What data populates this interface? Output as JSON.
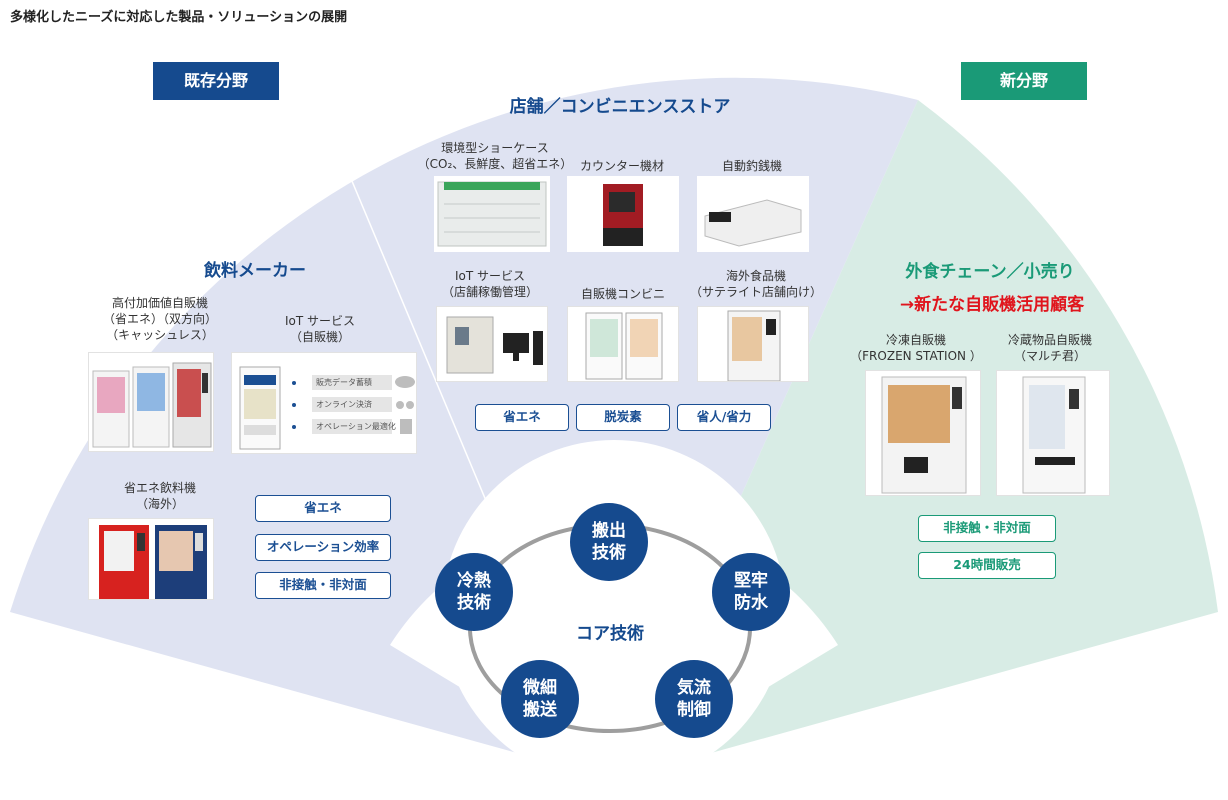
{
  "page_title": "多様化したニーズに対応した製品・ソリューションの展開",
  "existing": {
    "badge": "既存分野",
    "title": "飲料メーカー",
    "high_value_vm": [
      "高付加価値自販機",
      "（省エネ）（双方向）",
      "（キャッシュレス）"
    ],
    "iot_vm": [
      "IoT サービス",
      "（自販機）"
    ],
    "iot_rows": [
      "販売データ蓄積",
      "オンライン決済",
      "オペレーション最適化"
    ],
    "eco_vm": [
      "省エネ飲料機",
      "（海外）"
    ],
    "chips": [
      "省エネ",
      "オペレーション効率",
      "非接触・非対面"
    ]
  },
  "store": {
    "title": "店舗／コンビニエンスストア",
    "showcase": [
      "環境型ショーケース",
      "（CO₂、長鮮度、超省エネ）"
    ],
    "counter": "カウンター機材",
    "changer": "自動釣銭機",
    "iot": [
      "IoT サービス",
      "（店舗稼働管理）"
    ],
    "vm_conv": "自販機コンビニ",
    "overseas": [
      "海外食品機",
      "（サテライト店舗向け）"
    ],
    "chips": [
      "省エネ",
      "脱炭素",
      "省人/省力"
    ]
  },
  "new_field": {
    "badge": "新分野",
    "title": "外食チェーン／小売り",
    "subtitle": "→新たな自販機活用顧客",
    "frozen": [
      "冷凍自販機",
      "（FROZEN STATION ）"
    ],
    "chilled": [
      "冷蔵物品自販機",
      "（マルチ君）"
    ],
    "chips": [
      "非接触・非対面",
      "24時間販売"
    ]
  },
  "core": {
    "label": "コア技術",
    "circles": [
      "搬出\n技術",
      "堅牢\n防水",
      "気流\n制御",
      "微細\n搬送",
      "冷熱\n技術"
    ]
  },
  "colors": {
    "navy": "#154a8e",
    "green": "#1a9a77",
    "red": "#e0151d",
    "blue_area": "#dfe3f2",
    "green_area": "#d8ece5"
  }
}
